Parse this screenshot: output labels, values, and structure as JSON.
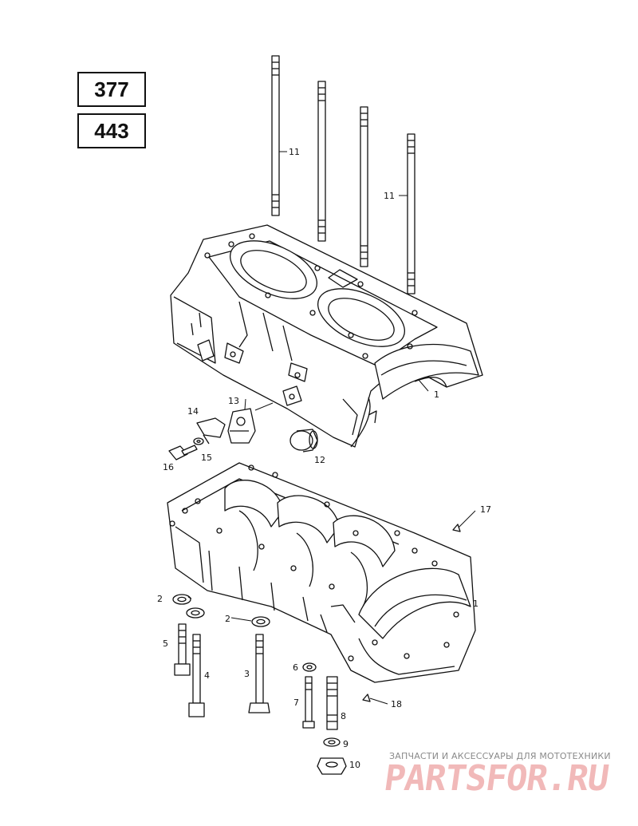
{
  "models": [
    "377",
    "443"
  ],
  "callouts": {
    "c1a": "1",
    "c1b": "1",
    "c2a": "2",
    "c2b": "2",
    "c3": "3",
    "c4": "4",
    "c5": "5",
    "c6": "6",
    "c7": "7",
    "c8": "8",
    "c9": "9",
    "c10": "10",
    "c11a": "11",
    "c11b": "11",
    "c12": "12",
    "c13": "13",
    "c14": "14",
    "c15": "15",
    "c16": "16",
    "c17": "17",
    "c18": "18"
  },
  "watermark": {
    "caption": "ЗАПЧАСТИ И АКСЕССУАРЫ ДЛЯ МОТОТЕХНИКИ",
    "logo": "PARTSFOR.RU"
  },
  "colors": {
    "line": "#111111",
    "watermark_logo": "#f1b9b9",
    "watermark_caption": "#8a8a8a"
  }
}
